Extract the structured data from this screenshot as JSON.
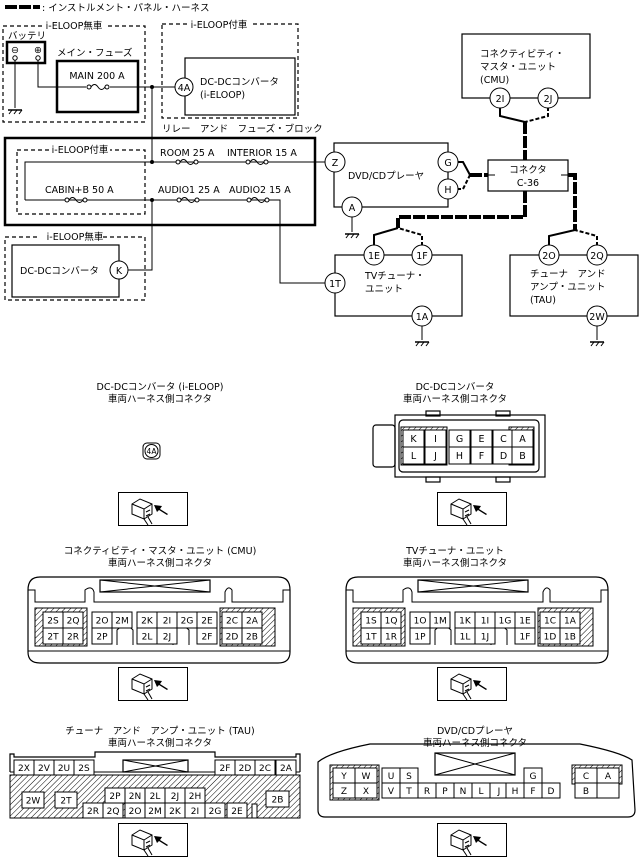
{
  "legend": {
    "text": ": インストルメント・パネル・ハーネス"
  },
  "schematic": {
    "no_eloop_top": "i-ELOOP無車",
    "battery": "バッテリ",
    "minus": "⊖",
    "plus": "⊕",
    "main_fuse_label": "メイン・フューズ",
    "main_fuse": "MAIN 200 A",
    "with_eloop_top": "i-ELOOP付車",
    "dcdc_eloop_line1": "DC-DCコンバータ",
    "dcdc_eloop_line2": "(i-ELOOP)",
    "pin_4a": "4A",
    "relay_fuse_block": "リレー　アンド　フューズ・ブロック",
    "with_eloop_inner": "i-ELOOP付車",
    "fuse_cabin": "CABIN+B 50 A",
    "fuse_room": "ROOM 25 A",
    "fuse_interior": "INTERIOR 15 A",
    "fuse_audio1": "AUDIO1 25 A",
    "fuse_audio2": "AUDIO2 15 A",
    "no_eloop_bottom": "i-ELOOP無車",
    "dcdc": "DC-DCコンバータ",
    "pin_k": "K",
    "cmu_line1": "コネクティビティ・",
    "cmu_line2": "マスタ・ユニット",
    "cmu_line3": "(CMU)",
    "pin_2i": "2I",
    "pin_2j": "2J",
    "dvd": "DVD/CDプレーヤ",
    "pin_z": "Z",
    "pin_g": "G",
    "pin_h": "H",
    "pin_a": "A",
    "connector_line1": "コネクタ",
    "connector_line2": "C-36",
    "tv_line1": "TVチューナ・",
    "tv_line2": "ユニット",
    "pin_1e": "1E",
    "pin_1f": "1F",
    "pin_1t": "1T",
    "pin_1a": "1A",
    "tau_line1": "チューナ　アンド",
    "tau_line2": "アンプ・ユニット",
    "tau_line3": "(TAU)",
    "pin_2o": "2O",
    "pin_2q": "2Q",
    "pin_2w": "2W"
  },
  "connectors": {
    "dcdc_eloop": {
      "title": "DC-DCコンバータ (i-ELOOP)",
      "subtitle": "車両ハーネス側コネクタ",
      "pin": "4A"
    },
    "dcdc": {
      "title": "DC-DCコンバータ",
      "subtitle": "車両ハーネス側コネクタ",
      "pins": [
        "K",
        "I",
        "G",
        "E",
        "C",
        "A",
        "L",
        "J",
        "H",
        "F",
        "D",
        "B"
      ]
    },
    "cmu": {
      "title": "コネクティビティ・マスタ・ユニット (CMU)",
      "subtitle": "車両ハーネス側コネクタ",
      "pins": [
        "2S",
        "2Q",
        "2O",
        "2M",
        "2K",
        "2I",
        "2G",
        "2E",
        "2C",
        "2A",
        "2T",
        "2R",
        "2P",
        "2L",
        "2J",
        "2F",
        "2D",
        "2B"
      ]
    },
    "tv": {
      "title": "TVチューナ・ユニット",
      "subtitle": "車両ハーネス側コネクタ",
      "pins": [
        "1S",
        "1Q",
        "1O",
        "1M",
        "1K",
        "1I",
        "1G",
        "1E",
        "1C",
        "1A",
        "1T",
        "1R",
        "1P",
        "1L",
        "1J",
        "1F",
        "1D",
        "1B"
      ]
    },
    "tau": {
      "title": "チューナ　アンド　アンプ・ユニット (TAU)",
      "subtitle": "車両ハーネス側コネクタ",
      "pins": [
        "2X",
        "2V",
        "2U",
        "2S",
        "2F",
        "2D",
        "2C",
        "2A",
        "2W",
        "2T",
        "2P",
        "2N",
        "2L",
        "2J",
        "2H",
        "2B",
        "2R",
        "2Q",
        "2O",
        "2M",
        "2K",
        "2I",
        "2G",
        "2E"
      ]
    },
    "dvd": {
      "title": "DVD/CDプレーヤ",
      "subtitle": "車両ハーネス側コネクタ",
      "pins": [
        "Y",
        "W",
        "U",
        "S",
        "G",
        "C",
        "A",
        "Z",
        "X",
        "V",
        "T",
        "R",
        "P",
        "N",
        "L",
        "J",
        "H",
        "F",
        "D",
        "B"
      ]
    }
  }
}
